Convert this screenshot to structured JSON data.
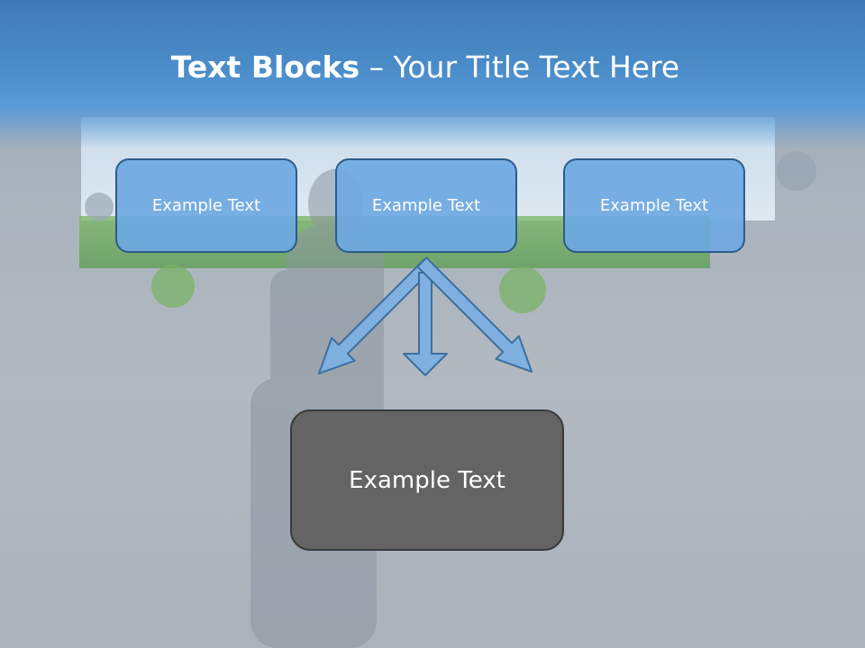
{
  "slide": {
    "title_bold": "Text Blocks",
    "title_rest": " – Your Title Text Here",
    "boxes": [
      {
        "label": "Example Text"
      },
      {
        "label": "Example Text"
      },
      {
        "label": "Example Text"
      }
    ],
    "result": {
      "label": "Example Text"
    }
  },
  "colors": {
    "header_blue": "#4a8cc9",
    "box_fill": "#6ea8e2",
    "box_border": "#2d5b8a",
    "result_fill": "#646464",
    "arrow_fill": "#7fb0e0",
    "arrow_stroke": "#3d6f9e"
  }
}
